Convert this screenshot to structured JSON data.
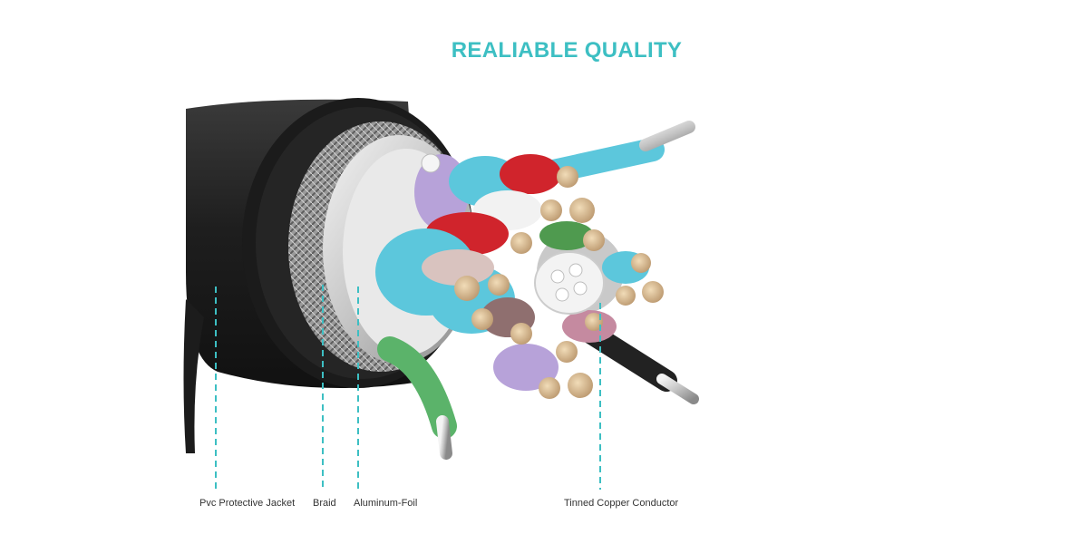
{
  "title": "REALIABLE QUALITY",
  "colors": {
    "accent": "#3dbfc3",
    "jacket": "#2a2a2a",
    "blue_insulation": "#5cc7dc",
    "red_insulation": "#d0242c",
    "green_insulation": "#5bb36a",
    "violet_insulation": "#b7a2d9",
    "copper": "#d7b98e"
  },
  "labels": {
    "jacket": "Pvc Protective Jacket",
    "braid": "Braid",
    "foil": "Aluminum-Foil",
    "conductor": "Tinned Copper Conductor"
  }
}
